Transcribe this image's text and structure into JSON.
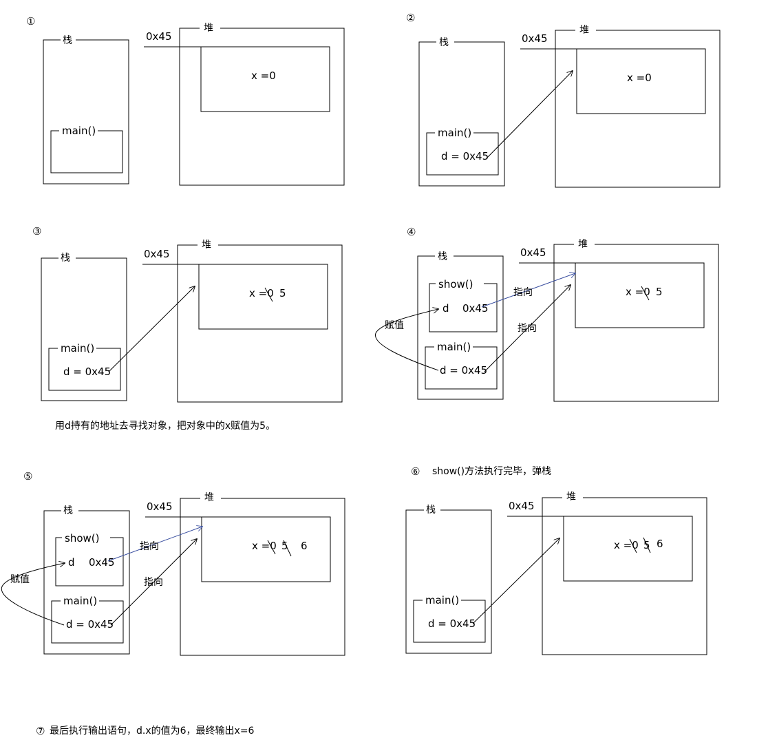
{
  "labels": {
    "stack": "栈",
    "heap": "堆",
    "address": "0x45",
    "main": "main()",
    "show": "show()",
    "d_var": "d = 0x45",
    "d_param": "d",
    "d_param_value": "0x45",
    "point_to": "指向",
    "assign": "赋值",
    "x_eq": "x =",
    "val0": "0",
    "val5": "5",
    "val6": "6"
  },
  "steps": [
    {
      "id": "1",
      "marker": "①",
      "caption": ""
    },
    {
      "id": "2",
      "marker": "②",
      "caption": ""
    },
    {
      "id": "3",
      "marker": "③",
      "caption": "用d持有的地址去寻找对象，把对象中的x赋值为5。"
    },
    {
      "id": "4",
      "marker": "④",
      "caption": ""
    },
    {
      "id": "5",
      "marker": "⑤",
      "caption": ""
    },
    {
      "id": "6",
      "marker": "⑥",
      "caption": "show()方法执行完毕，弹栈"
    },
    {
      "id": "7",
      "marker": "⑦",
      "caption": "最后执行输出语句，d.x的值为6，最终输出x=6"
    }
  ]
}
